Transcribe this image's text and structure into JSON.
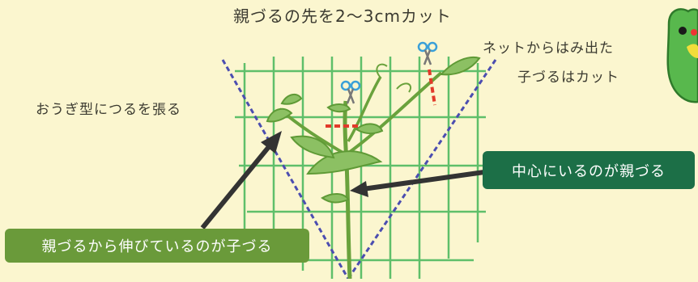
{
  "title": "親づるの先を2〜3cmカット",
  "notes": {
    "left": "おうぎ型につるを張る",
    "right_line1": "ネットからはみ出た",
    "right_line2": "子づるはカット"
  },
  "labels": {
    "center": "中心にいるのが親づる",
    "child": "親づるから伸びているのが子づる"
  },
  "colors": {
    "background": "#fbf6cf",
    "net": "#5fbf6a",
    "guide_line": "#4b4db0",
    "cut_mark": "#e23a2a",
    "center_label": "#1c6f47",
    "child_label": "#6a9a3a",
    "arrow": "#333333"
  },
  "icons": [
    "scissors-icon",
    "mascot-character"
  ]
}
